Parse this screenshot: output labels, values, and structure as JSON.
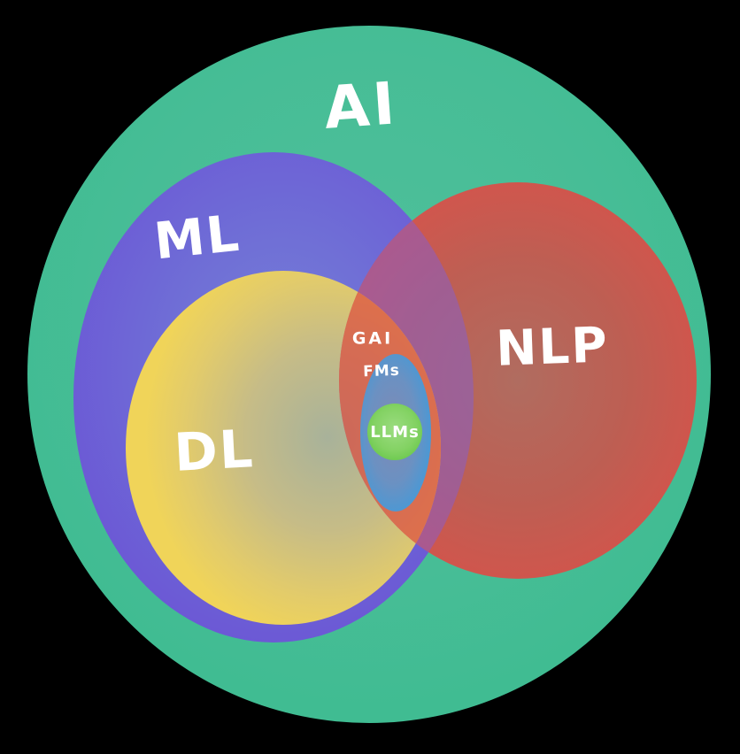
{
  "diagram": {
    "type": "venn",
    "description": "Nested Venn diagram of AI fields: AI contains ML and NLP; ML contains DL; the DL-NLP intersection is GAI, which contains FMs, which contains LLMs",
    "background_color": "#000000",
    "label_color": "#FFFFFF",
    "sets": {
      "ai": {
        "label": "AI",
        "color": "#45BD96"
      },
      "ml": {
        "label": "ML",
        "color": "#6C5DD6"
      },
      "dl": {
        "label": "DL",
        "color": "#EDD15B"
      },
      "nlp": {
        "label": "NLP",
        "color": "#D84B44"
      },
      "gai": {
        "label": "GAI",
        "color": "#DD6B47"
      },
      "fms": {
        "label": "FMs",
        "color": "#459DDB"
      },
      "llms": {
        "label": "LLMs",
        "color": "#79CE5C"
      }
    },
    "overlap_colors": {
      "ml_nlp": "#A85A90",
      "dl_nlp": "#E07B4B"
    }
  }
}
